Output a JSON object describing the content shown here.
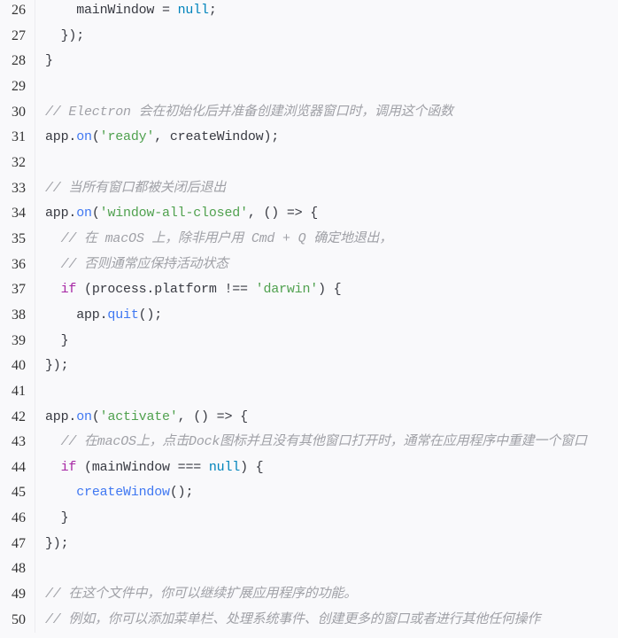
{
  "code": {
    "language": "javascript",
    "lines": [
      {
        "n": "26",
        "tokens": [
          {
            "t": "plain",
            "v": "    mainWindow = "
          },
          {
            "t": "literal",
            "v": "null"
          },
          {
            "t": "plain",
            "v": ";"
          }
        ]
      },
      {
        "n": "27",
        "tokens": [
          {
            "t": "plain",
            "v": "  });"
          }
        ]
      },
      {
        "n": "28",
        "tokens": [
          {
            "t": "plain",
            "v": "}"
          }
        ]
      },
      {
        "n": "29",
        "tokens": []
      },
      {
        "n": "30",
        "tokens": [
          {
            "t": "comment",
            "v": "// Electron 会在初始化后并准备创建浏览器窗口时，调用这个函数"
          }
        ]
      },
      {
        "n": "31",
        "tokens": [
          {
            "t": "plain",
            "v": "app."
          },
          {
            "t": "func",
            "v": "on"
          },
          {
            "t": "plain",
            "v": "("
          },
          {
            "t": "string",
            "v": "'ready'"
          },
          {
            "t": "plain",
            "v": ", createWindow);"
          }
        ]
      },
      {
        "n": "32",
        "tokens": []
      },
      {
        "n": "33",
        "tokens": [
          {
            "t": "comment",
            "v": "// 当所有窗口都被关闭后退出"
          }
        ]
      },
      {
        "n": "34",
        "tokens": [
          {
            "t": "plain",
            "v": "app."
          },
          {
            "t": "func",
            "v": "on"
          },
          {
            "t": "plain",
            "v": "("
          },
          {
            "t": "string",
            "v": "'window-all-closed'"
          },
          {
            "t": "plain",
            "v": ", () => {"
          }
        ]
      },
      {
        "n": "35",
        "tokens": [
          {
            "t": "comment",
            "v": "  // 在 macOS 上，除非用户用 Cmd + Q 确定地退出，"
          }
        ]
      },
      {
        "n": "36",
        "tokens": [
          {
            "t": "comment",
            "v": "  // 否则通常应保持活动状态"
          }
        ]
      },
      {
        "n": "37",
        "tokens": [
          {
            "t": "plain",
            "v": "  "
          },
          {
            "t": "keyword",
            "v": "if"
          },
          {
            "t": "plain",
            "v": " (process.platform !== "
          },
          {
            "t": "string",
            "v": "'darwin'"
          },
          {
            "t": "plain",
            "v": ") {"
          }
        ]
      },
      {
        "n": "38",
        "tokens": [
          {
            "t": "plain",
            "v": "    app."
          },
          {
            "t": "func",
            "v": "quit"
          },
          {
            "t": "plain",
            "v": "();"
          }
        ]
      },
      {
        "n": "39",
        "tokens": [
          {
            "t": "plain",
            "v": "  }"
          }
        ]
      },
      {
        "n": "40",
        "tokens": [
          {
            "t": "plain",
            "v": "});"
          }
        ]
      },
      {
        "n": "41",
        "tokens": []
      },
      {
        "n": "42",
        "tokens": [
          {
            "t": "plain",
            "v": "app."
          },
          {
            "t": "func",
            "v": "on"
          },
          {
            "t": "plain",
            "v": "("
          },
          {
            "t": "string",
            "v": "'activate'"
          },
          {
            "t": "plain",
            "v": ", () => {"
          }
        ]
      },
      {
        "n": "43",
        "tokens": [
          {
            "t": "comment",
            "v": "  // 在macOS上，点击Dock图标并且没有其他窗口打开时，通常在应用程序中重建一个窗口"
          }
        ]
      },
      {
        "n": "44",
        "tokens": [
          {
            "t": "plain",
            "v": "  "
          },
          {
            "t": "keyword",
            "v": "if"
          },
          {
            "t": "plain",
            "v": " (mainWindow === "
          },
          {
            "t": "literal",
            "v": "null"
          },
          {
            "t": "plain",
            "v": ") {"
          }
        ]
      },
      {
        "n": "45",
        "tokens": [
          {
            "t": "plain",
            "v": "    "
          },
          {
            "t": "func",
            "v": "createWindow"
          },
          {
            "t": "plain",
            "v": "();"
          }
        ]
      },
      {
        "n": "46",
        "tokens": [
          {
            "t": "plain",
            "v": "  }"
          }
        ]
      },
      {
        "n": "47",
        "tokens": [
          {
            "t": "plain",
            "v": "});"
          }
        ]
      },
      {
        "n": "48",
        "tokens": []
      },
      {
        "n": "49",
        "tokens": [
          {
            "t": "comment",
            "v": "// 在这个文件中，你可以继续扩展应用程序的功能。"
          }
        ]
      },
      {
        "n": "50",
        "tokens": [
          {
            "t": "comment",
            "v": "// 例如，你可以添加菜单栏、处理系统事件、创建更多的窗口或者进行其他任何操作"
          }
        ]
      }
    ]
  },
  "colors": {
    "background": "#f9f9fb",
    "gutter_border": "#ececf0",
    "line_number": "#333333",
    "comment": "#a0a1a7",
    "keyword": "#a626a4",
    "string": "#50a14f",
    "function": "#4078f2",
    "literal": "#0184bc",
    "plain": "#383a42"
  }
}
